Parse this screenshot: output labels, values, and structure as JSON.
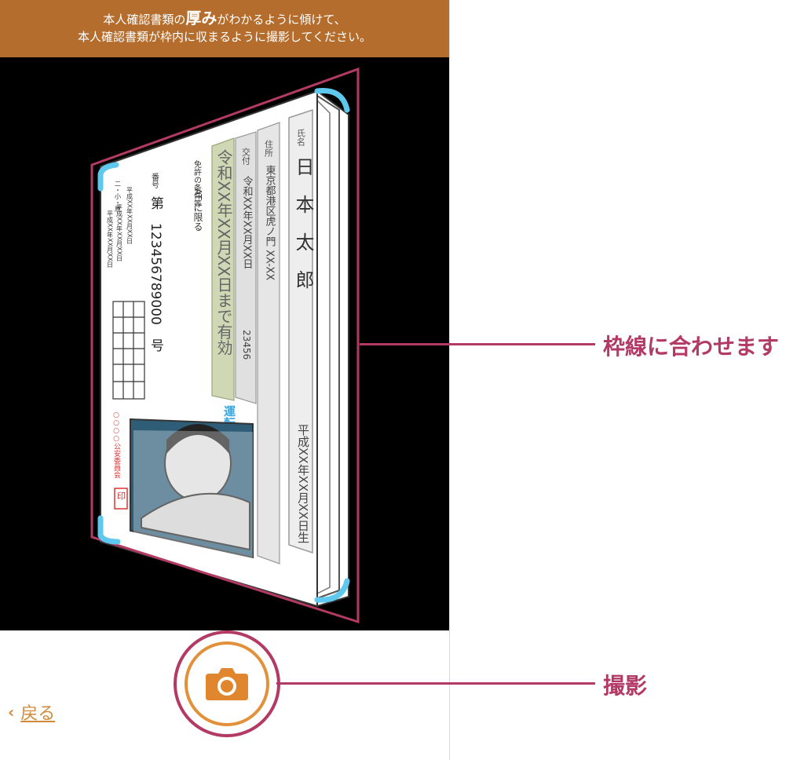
{
  "banner": {
    "line1_pre": "本人確認書類の",
    "line1_em": "厚み",
    "line1_post": "がわかるように傾けて、",
    "line2": "本人確認書類が枠内に収まるように撮影してください。"
  },
  "license": {
    "name_label": "氏名",
    "name_value": "日　本　太　郎",
    "dob": "平成XX年XX月XX日生",
    "address_label": "住所",
    "address_value": "東京都港区虎ノ門 XX-XX",
    "issue_label": "交付",
    "issue_value": "令和XX年XX月XX日",
    "issue_number": "23456",
    "expiry": "令和XX年XX月XX日まで有効",
    "cond_label": "免許の条件等",
    "cond_value": "AT に限る",
    "number_label": "番号",
    "number_value": "第　123456789000　号",
    "history_labels": [
      "二・小・原",
      "他",
      "二種"
    ],
    "history_values": [
      "平成XX年XX月XX日",
      "平成XX年XX月XX日",
      "平成XX年XX月XX日"
    ],
    "type": "運転免許証",
    "commission": "○○○○公安委員会",
    "seal": "印"
  },
  "controls": {
    "back_label": "戻る"
  },
  "callouts": {
    "frame": "枠線に合わせます",
    "shoot": "撮影"
  },
  "colors": {
    "banner": "#b46d2c",
    "frame": "#b33a64",
    "corner": "#5ec8ee",
    "accent": "#e2913a"
  }
}
